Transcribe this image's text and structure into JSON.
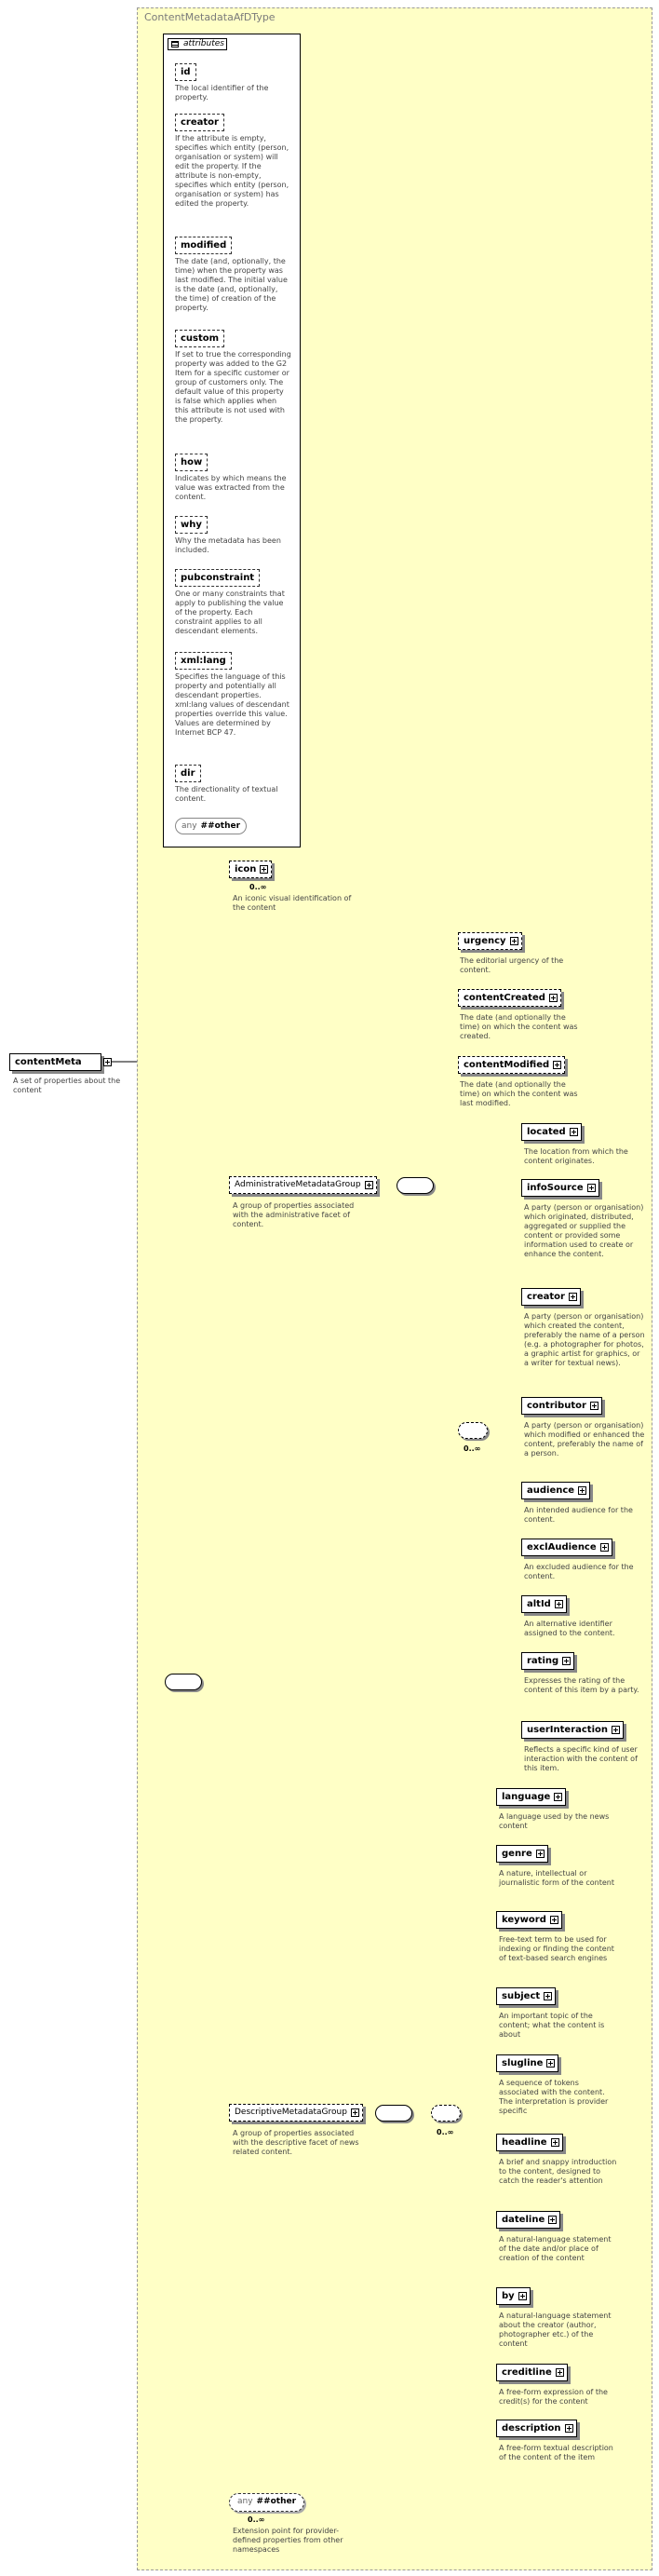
{
  "type_name": "ContentMetadataAfDType",
  "root": {
    "name": "contentMeta",
    "desc": "A set of properties about the content"
  },
  "attributes": {
    "title": "attributes",
    "items": [
      {
        "name": "id",
        "desc": "The local identifier of the property."
      },
      {
        "name": "creator",
        "desc": "If the attribute is empty, specifies which entity (person, organisation or system) will edit the property. If the attribute is non-empty, specifies which entity (person, organisation or system) has edited the property."
      },
      {
        "name": "modified",
        "desc": "The date (and, optionally, the time) when the property was last modified. The initial value is the date (and, optionally, the time) of creation of the property."
      },
      {
        "name": "custom",
        "desc": "If set to true the corresponding property was added to the G2 Item for a specific customer or group of customers only. The default value of this property is false which applies when this attribute is not used with the property."
      },
      {
        "name": "how",
        "desc": "Indicates by which means the value was extracted from the content."
      },
      {
        "name": "why",
        "desc": "Why the metadata has been included."
      },
      {
        "name": "pubconstraint",
        "desc": "One or many constraints that apply to publishing the value of the property. Each constraint applies to all descendant elements."
      },
      {
        "name": "xml:lang",
        "desc": "Specifies the language of this property and potentially all descendant properties. xml:lang values of descendant properties override this value. Values are determined by Internet BCP 47."
      },
      {
        "name": "dir",
        "desc": "The directionality of textual content."
      }
    ],
    "any_attr": {
      "kind": "any",
      "value": "##other"
    }
  },
  "icon": {
    "name": "icon",
    "occurs": "0..∞",
    "desc": "An iconic visual identification of the content"
  },
  "admin_group": {
    "name": "AdministrativeMetadataGroup",
    "desc": "A group of properties associated with the administrative facet of content."
  },
  "admin_seq": [
    {
      "name": "urgency",
      "desc": "The editorial urgency of the content."
    },
    {
      "name": "contentCreated",
      "desc": "The date (and optionally the time) on which the content was created."
    },
    {
      "name": "contentModified",
      "desc": "The date (and optionally the time) on which the content was last modified."
    }
  ],
  "admin_choice_occurs": "0..∞",
  "admin_choice": [
    {
      "name": "located",
      "desc": "The location from which the content originates."
    },
    {
      "name": "infoSource",
      "desc": "A party (person or organisation) which originated, distributed, aggregated or supplied the content or provided some information used to create or enhance the content."
    },
    {
      "name": "creator",
      "desc": "A party (person or organisation) which created the content, preferably the name of a person (e.g. a photographer for photos, a graphic artist for graphics, or a writer for textual news)."
    },
    {
      "name": "contributor",
      "desc": "A party (person or organisation) which modified or enhanced the content, preferably the name of a person."
    },
    {
      "name": "audience",
      "desc": "An intended audience for the content."
    },
    {
      "name": "exclAudience",
      "desc": "An excluded audience for the content."
    },
    {
      "name": "altId",
      "desc": "An alternative identifier assigned to the content."
    },
    {
      "name": "rating",
      "desc": "Expresses the rating of the content of this item by a party."
    },
    {
      "name": "userInteraction",
      "desc": "Reflects a specific kind of user interaction with the content of this item."
    }
  ],
  "desc_group": {
    "name": "DescriptiveMetadataGroup",
    "desc": "A group of properties associated with the descriptive facet of news related content."
  },
  "desc_choice_occurs": "0..∞",
  "desc_choice": [
    {
      "name": "language",
      "desc": "A language used by the news content"
    },
    {
      "name": "genre",
      "desc": "A nature, intellectual or journalistic form of the content"
    },
    {
      "name": "keyword",
      "desc": "Free-text term to be used for indexing or finding the content of text-based search engines"
    },
    {
      "name": "subject",
      "desc": "An important topic of the content; what the content is about"
    },
    {
      "name": "slugline",
      "desc": "A sequence of tokens associated with the content. The interpretation is provider specific"
    },
    {
      "name": "headline",
      "desc": "A brief and snappy introduction to the content, designed to catch the reader's attention"
    },
    {
      "name": "dateline",
      "desc": "A natural-language statement of the date and/or place of creation of the content"
    },
    {
      "name": "by",
      "desc": "A natural-language statement about the creator (author, photographer etc.) of the content"
    },
    {
      "name": "creditline",
      "desc": "A free-form expression of the credit(s) for the content"
    },
    {
      "name": "description",
      "desc": "A free-form textual description of the content of the item"
    }
  ],
  "any_other": {
    "kind": "any",
    "value": "##other",
    "occurs": "0..∞",
    "desc": "Extension point for provider-defined properties from other namespaces"
  }
}
